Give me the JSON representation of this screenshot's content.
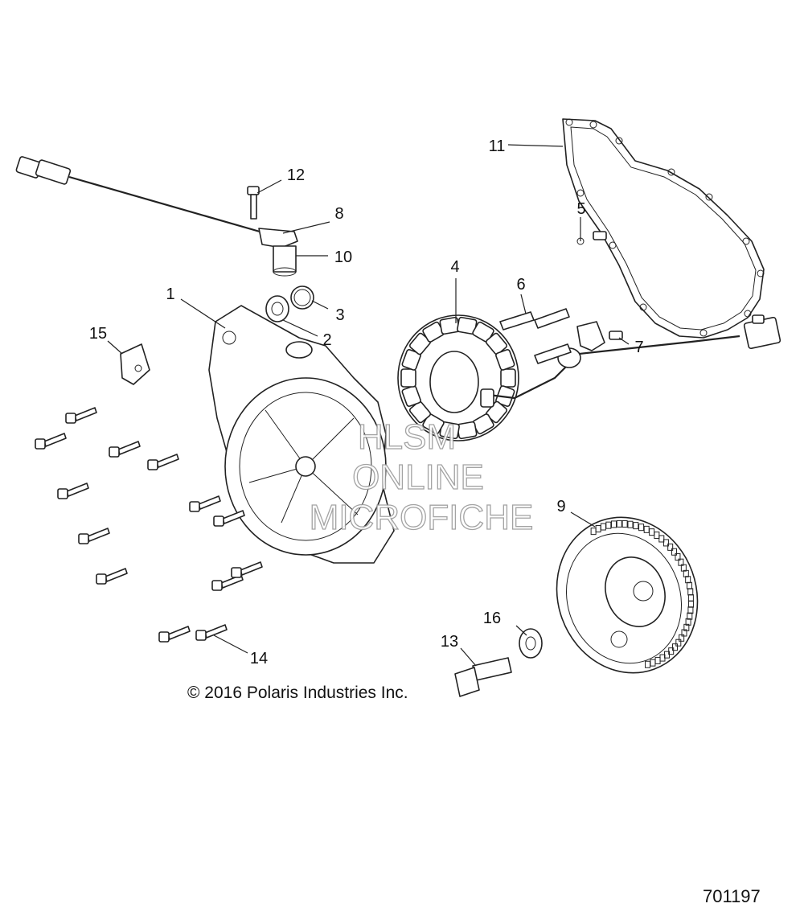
{
  "callouts": [
    "1",
    "2",
    "3",
    "4",
    "5",
    "6",
    "7",
    "8",
    "9",
    "10",
    "11",
    "12",
    "13",
    "14",
    "15",
    "16"
  ],
  "watermark": [
    "HLSM",
    "ONLINE",
    "MICROFICHE"
  ],
  "copyright": "© 2016 Polaris Industries Inc.",
  "drawing_number": "701197"
}
